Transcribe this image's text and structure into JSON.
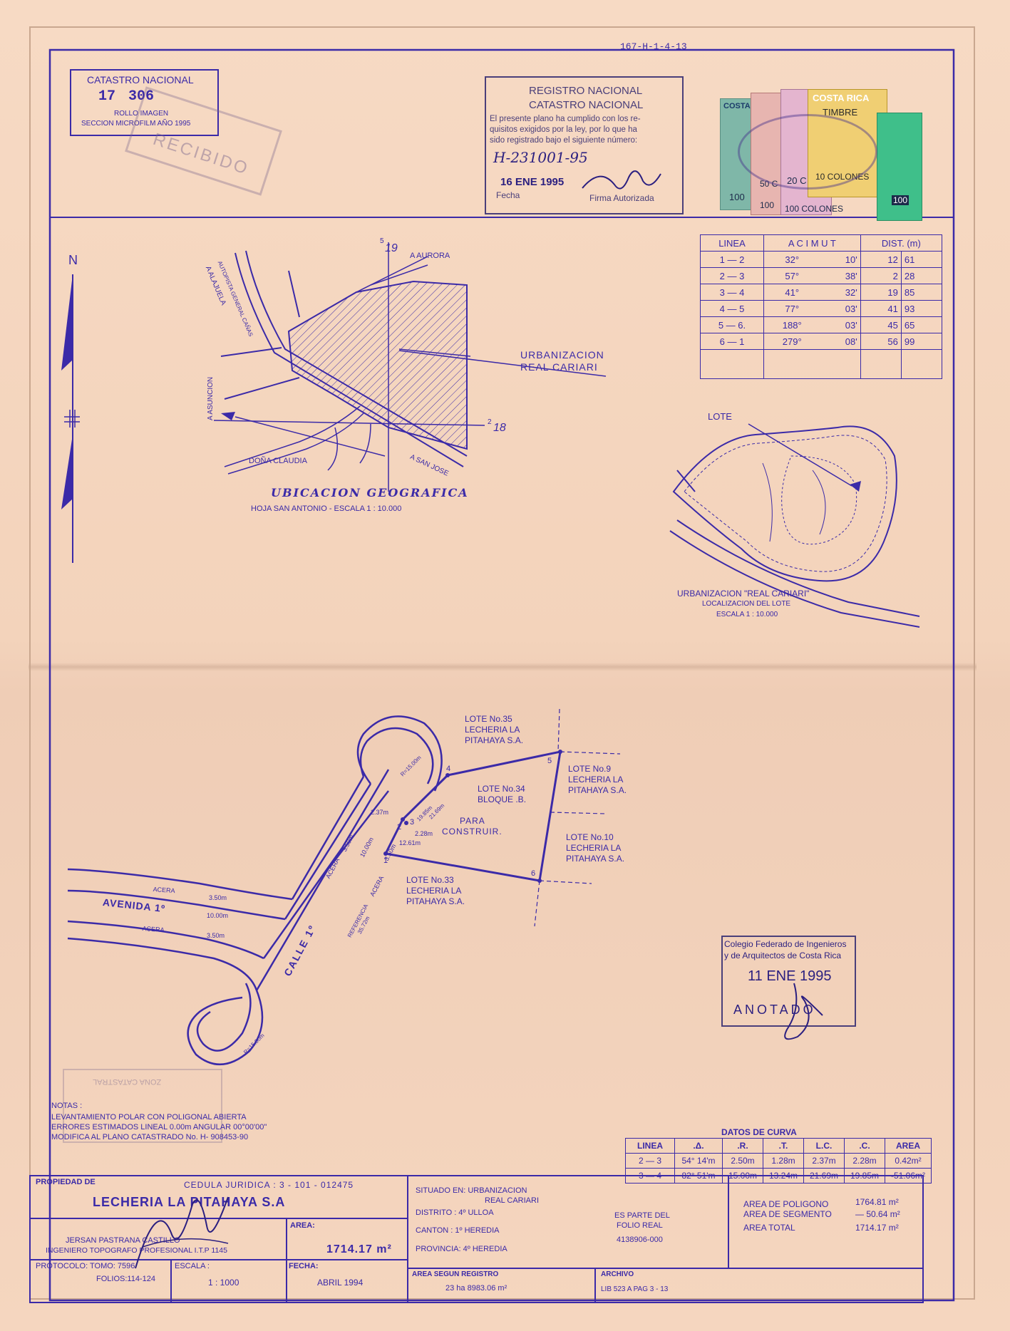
{
  "header_ref": "167-H-1-4-13",
  "catastro_box": {
    "title": "CATASTRO NACIONAL",
    "number_left": "17",
    "number_right": "306",
    "line1": "ROLLO IMAGEN",
    "line2": "SECCION MICROFILM AÑO 1995"
  },
  "registro_stamp": {
    "title1": "REGISTRO NACIONAL",
    "title2": "CATASTRO NACIONAL",
    "body1": "El presente plano ha cumplido con los re-",
    "body2": "quisitos exigidos por la ley, por lo que ha",
    "body3": "sido registrado bajo el siguiente número:",
    "plan_number": "H-231001-95",
    "date": "16 ENE 1995",
    "fecha_label": "Fecha",
    "firma_label": "Firma Autorizada"
  },
  "recibido_stamp": {
    "text": "RECIBIDO"
  },
  "timbres": {
    "label1": "COSTA RICA",
    "label2": "TIMBRE",
    "v1": "100",
    "v2": "50 C",
    "v3": "20 C",
    "v4": "10 COLONES",
    "v5": "100 COLONES",
    "v6": "100",
    "v7": "100"
  },
  "azimut_table": {
    "headers": [
      "LINEA",
      "A C I M U T",
      "DIST. (m)"
    ],
    "rows": [
      {
        "linea": "1 — 2",
        "deg": "32°",
        "min": "10'",
        "dist_a": "12",
        "dist_b": "61"
      },
      {
        "linea": "2 — 3",
        "deg": "57°",
        "min": "38'",
        "dist_a": "2",
        "dist_b": "28"
      },
      {
        "linea": "3 — 4",
        "deg": "41°",
        "min": "32'",
        "dist_a": "19",
        "dist_b": "85"
      },
      {
        "linea": "4 — 5",
        "deg": "77°",
        "min": "03'",
        "dist_a": "41",
        "dist_b": "93"
      },
      {
        "linea": "5 — 6.",
        "deg": "188°",
        "min": "03'",
        "dist_a": "45",
        "dist_b": "65"
      },
      {
        "linea": "6 — 1",
        "deg": "279°",
        "min": "08'",
        "dist_a": "56",
        "dist_b": "99"
      }
    ]
  },
  "north": {
    "label": "N"
  },
  "ubicacion": {
    "title": "UBICACION GEOGRAFICA",
    "subtitle": "HOJA SAN ANTONIO  -  ESCALA 1 : 10.000",
    "coord_top": "19",
    "coord_top_sup": "5",
    "coord_right": "18",
    "coord_right_sup": "2",
    "a_aurora": "A AURORA",
    "a_alajuela": "A ALAJUELA",
    "autopista": "AUTOPISTA GENERAL CAÑAS",
    "a_asuncion": "A ASUNCION",
    "dona_claudia": "DOÑA CLAUDIA",
    "a_san_jose": "A SAN JOSE",
    "urbanizacion1": "URBANIZACION",
    "urbanizacion2": "REAL CARIARI"
  },
  "localizacion": {
    "lote": "LOTE",
    "title": "URBANIZACION \"REAL CARIARI\"",
    "sub1": "LOCALIZACION  DEL LOTE",
    "sub2": "ESCALA 1 : 10.000"
  },
  "plan": {
    "lote35_1": "LOTE No.35",
    "lote35_2": "LECHERIA LA",
    "lote35_3": "PITAHAYA S.A.",
    "lote9_1": "LOTE No.9",
    "lote9_2": "LECHERIA LA",
    "lote9_3": "PITAHAYA S.A.",
    "lote34_1": "LOTE No.34",
    "lote34_2": "BLOQUE .B.",
    "para1": "PARA",
    "para2": "CONSTRUIR.",
    "lote10_1": "LOTE No.10",
    "lote10_2": "LECHERIA LA",
    "lote10_3": "PITAHAYA S.A.",
    "lote33_1": "LOTE No.33",
    "lote33_2": "LECHERIA LA",
    "lote33_3": "PITAHAYA S.A.",
    "avenida": "AVENIDA 1º",
    "calle": "CALLE 1º",
    "acera": "ACERA",
    "w350": "3.50m",
    "w1000": "10.00m",
    "referencia": "REFERENCIA",
    "ref_dist": "35.72m",
    "r15": "R=15.00m",
    "d237": "2.37m",
    "d1985": "19.85m",
    "d2169": "21.69m",
    "d228": "2.28m",
    "d1261": "12.61m",
    "p1": "1",
    "p2": "2",
    "p3": "3",
    "p4": "4",
    "p5": "5",
    "p6": "6"
  },
  "colegio_stamp": {
    "line1": "Colegio Federado de Ingenieros",
    "line2": "y de Arquitectos de Costa Rica",
    "date": "11 ENE 1995",
    "anotado": "ANOTADO"
  },
  "zona_stamp": {
    "text": "ZONA CATASTRAL"
  },
  "notas": {
    "title": "NOTAS :",
    "l1": "LEVANTAMIENTO POLAR CON POLIGONAL ABIERTA",
    "l2": "ERRORES ESTIMADOS  LINEAL 0.00m  ANGULAR 00°00'00\"",
    "l3": "MODIFICA AL PLANO CATASTRADO No. H- 908453-90"
  },
  "curva": {
    "title": "DATOS DE CURVA",
    "headers": [
      "LINEA",
      ".Δ.",
      ".R.",
      ".T.",
      "L.C.",
      ".C.",
      "AREA"
    ],
    "rows": [
      [
        "2 — 3",
        "54° 14'm",
        "2.50m",
        "1.28m",
        "2.37m",
        "2.28m",
        "0.42m²"
      ],
      [
        "3 — 4",
        "82° 51'm",
        "15.00m",
        "13.24m",
        "21.69m",
        "19.85m",
        "-51.06m²"
      ]
    ]
  },
  "title_block": {
    "propiedad_label": "PROPIEDAD DE",
    "cedula": "CEDULA JURIDICA : 3 - 101 - 012475",
    "owner": "LECHERIA  LA  PITAHAYA  S.A",
    "area_label": "AREA:",
    "area_value": "1714.17 m²",
    "engineer": "JERSAN  PASTRANA  CASTILLO",
    "engineer_title": "INGENIERO TOPOGRAFO PROFESIONAL I.T.P 1145",
    "protocolo": "PROTOCOLO: TOMO: 7596",
    "folios": "FOLIOS:114-124",
    "escala_label": "ESCALA :",
    "escala_value": "1 : 1000",
    "fecha_label": "FECHA:",
    "fecha_value": "ABRIL  1994",
    "situado": "SITUADO EN: URBANIZACION",
    "situado2": "REAL CARIARI",
    "distrito": "DISTRITO : 4º ULLOA",
    "canton": "CANTON : 1º HEREDIA",
    "provincia": "PROVINCIA: 4º HEREDIA",
    "es_parte1": "ES PARTE DEL",
    "es_parte2": "FOLIO REAL",
    "folio_real": "4138906-000",
    "area_registro_label": "AREA SEGUN REGISTRO",
    "area_registro": "23 ha 8983.06 m²",
    "archivo_label": "ARCHIVO",
    "archivo": "LIB  523  A   PAG  3 - 13",
    "area_poligono_label": "AREA DE POLIGONO",
    "area_poligono": "1764.81 m²",
    "area_segmento_label": "AREA DE SEGMENTO",
    "area_segmento": "— 50.64 m²",
    "area_total_label": "AREA TOTAL",
    "area_total": "1714.17 m²"
  }
}
